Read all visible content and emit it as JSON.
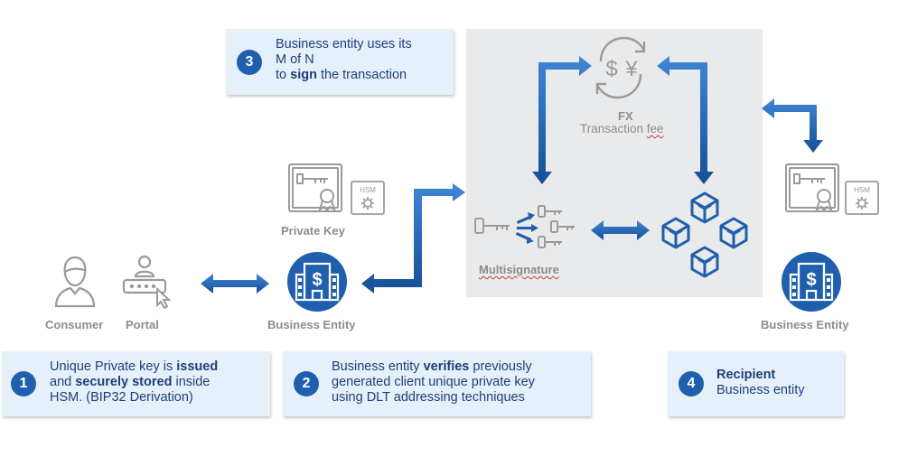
{
  "callouts": {
    "c1": {
      "number": "1",
      "line1_pre": "Unique Private key is ",
      "line1_bold": "issued",
      "line2_pre": "and ",
      "line2_bold": "securely stored",
      "line2_post": " inside",
      "line3": "HSM. (BIP32 Derivation)"
    },
    "c2": {
      "number": "2",
      "line1_pre": "Business entity ",
      "line1_bold": "verifies",
      "line1_post": " previously",
      "line2": "generated client unique private key",
      "line3": "using DLT addressing techniques"
    },
    "c3": {
      "number": "3",
      "line1": "Business entity uses its",
      "line2": "M of N",
      "line3_pre": "to ",
      "line3_bold": "sign",
      "line3_post": " the transaction"
    },
    "c4": {
      "number": "4",
      "line1": "Recipient",
      "line2": "Business entity"
    }
  },
  "labels": {
    "consumer": "Consumer",
    "portal": "Portal",
    "private_key": "Private Key",
    "business_entity_left": "Business Entity",
    "business_entity_right": "Business Entity",
    "multisignature": "Multisignature",
    "fx": "FX",
    "transaction_fee_pre": "Transaction ",
    "transaction_fee_word": "fee",
    "hsm_left": "HSM",
    "hsm_right": "HSM",
    "currency_dollar": "$",
    "currency_yen": "¥"
  },
  "colors": {
    "arrow_blue": "#1f5fae",
    "icon_gray": "#9a9a9a",
    "panel_gray": "#e9eaeb",
    "callout_bg": "#e6f0fb",
    "text_blue": "#1f3e78"
  }
}
